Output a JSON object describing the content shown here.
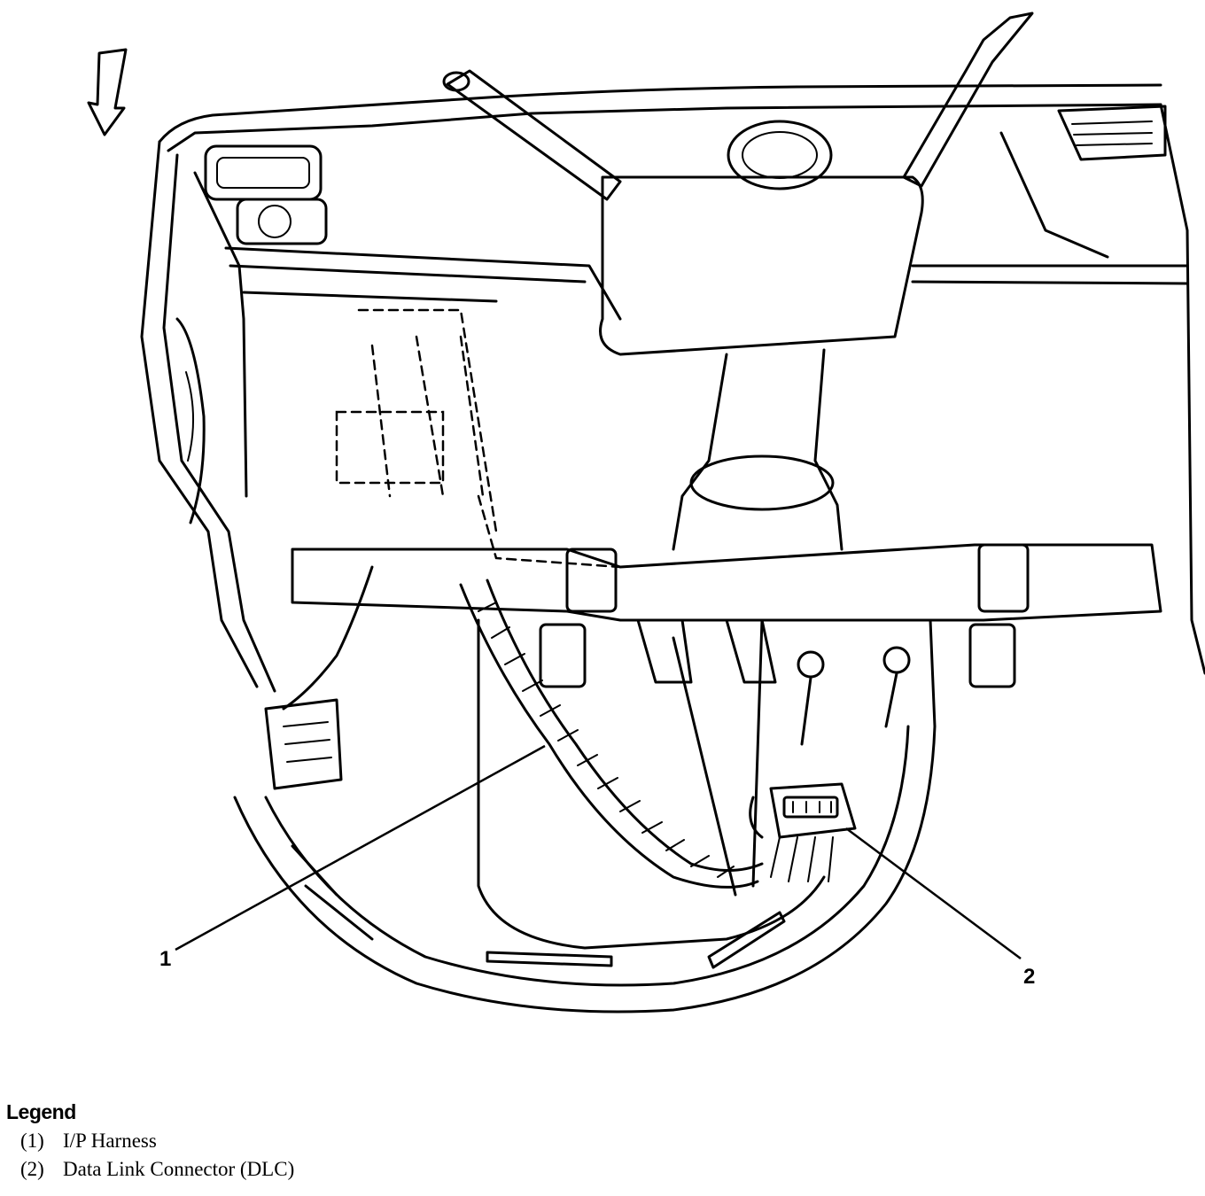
{
  "callouts": [
    {
      "label": "1"
    },
    {
      "label": "2"
    }
  ],
  "legend": {
    "title": "Legend",
    "items": [
      {
        "number": "(1)",
        "text": "I/P Harness"
      },
      {
        "number": "(2)",
        "text": "Data Link Connector (DLC)"
      }
    ]
  },
  "icons": {
    "view_direction": "arrow-down-icon"
  }
}
